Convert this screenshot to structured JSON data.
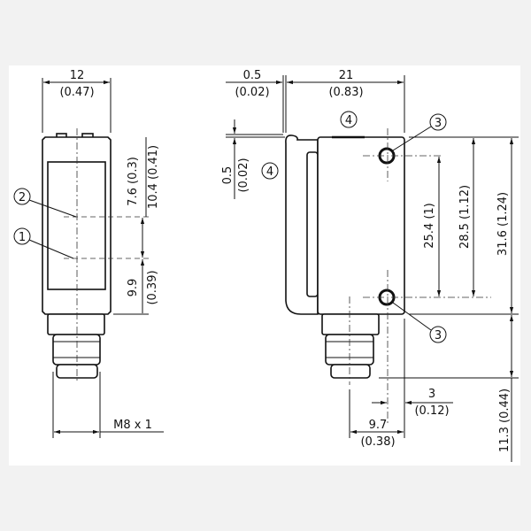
{
  "front_view": {
    "width_mm": "12",
    "width_in": "(0.47)",
    "dim_7_6": "7.6 (0.3)",
    "dim_10_4": "10.4 (0.41)",
    "dim_9_9": "9.9",
    "dim_9_9_in": "(0.39)",
    "thread": "M8 x 1",
    "marker_receiver": "2",
    "marker_sender": "1"
  },
  "side_view": {
    "offset_mm": "0.5",
    "offset_in": "(0.02)",
    "depth_mm": "21",
    "depth_in": "(0.83)",
    "lip_mm": "0.5",
    "lip_in": "(0.02)",
    "hole_spacing": "25.4 (1)",
    "hole_span": "28.5 (1.12)",
    "height": "31.6 (1.24)",
    "connector_len": "11.3 (0.44)",
    "hole_offset_mm": "3",
    "hole_offset_in": "(0.12)",
    "connector_offset_mm": "9.7",
    "connector_offset_in": "(0.38)",
    "marker_hole": "3",
    "marker_bracket": "4"
  }
}
